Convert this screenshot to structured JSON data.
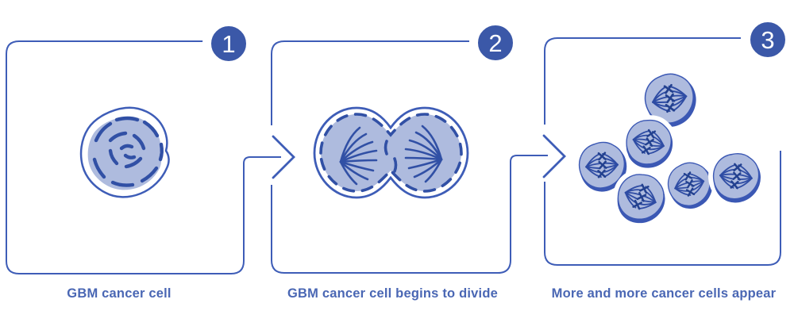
{
  "diagram": {
    "type": "process-flow",
    "background_color": "#FFFFFF",
    "colors": {
      "outline_blue": "#3E5DB7",
      "badge_blue": "#3B58A8",
      "caption_blue": "#4A67B4",
      "cell_dark_stroke": "#3150A5",
      "cell_light_fill": "#AEBBDE",
      "halo_white": "#FFFFFF"
    },
    "steps": [
      {
        "number": "1",
        "caption": "GBM cancer cell",
        "illustration": "single-gbm-cancer-cell"
      },
      {
        "number": "2",
        "caption": "GBM cancer cell begins to divide",
        "illustration": "gbm-cancer-cell-dividing"
      },
      {
        "number": "3",
        "caption": "More and more cancer cells appear",
        "illustration": "multiple-gbm-cancer-cells"
      }
    ],
    "connectors": [
      {
        "from_step": "1",
        "to_step": "2",
        "type": "arrow-right"
      },
      {
        "from_step": "2",
        "to_step": "3",
        "type": "arrow-right"
      }
    ]
  }
}
